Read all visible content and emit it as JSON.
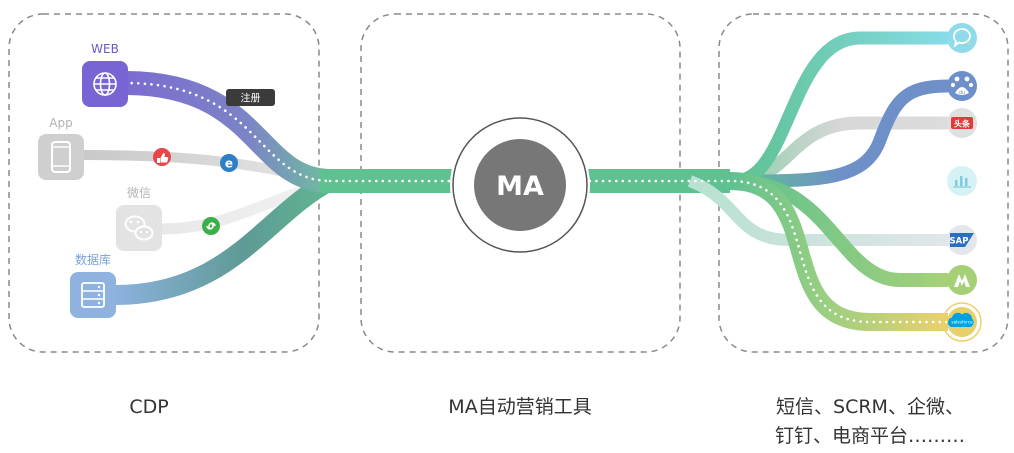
{
  "sources": {
    "web_label": "WEB",
    "app_label": "App",
    "wechat_label": "微信",
    "database_label": "数据库",
    "register_tag": "注册"
  },
  "center": {
    "label": "MA"
  },
  "captions": {
    "cdp": "CDP",
    "ma": "MA自动营销工具",
    "channels_line1": "短信、SCRM、企微、",
    "channels_line2": "钉钉、电商平台………"
  },
  "channel_icons": [
    "chat-bubble-icon",
    "baidu-paw-icon",
    "toutiao-icon",
    "bar-chart-icon",
    "sap-icon",
    "m-logo-icon",
    "salesforce-icon"
  ],
  "channel_icon_text": {
    "toutiao": "头条",
    "sap": "SAP",
    "salesforce": "salesforce"
  },
  "colors": {
    "web": "#7b6bd0",
    "green": "#5fc190",
    "teal": "#82dde8",
    "blue": "#6f8fc9",
    "gray": "#d6d6d6",
    "lime": "#a6d178",
    "yellow": "#e9cf6b",
    "ma_circle": "#777777"
  }
}
